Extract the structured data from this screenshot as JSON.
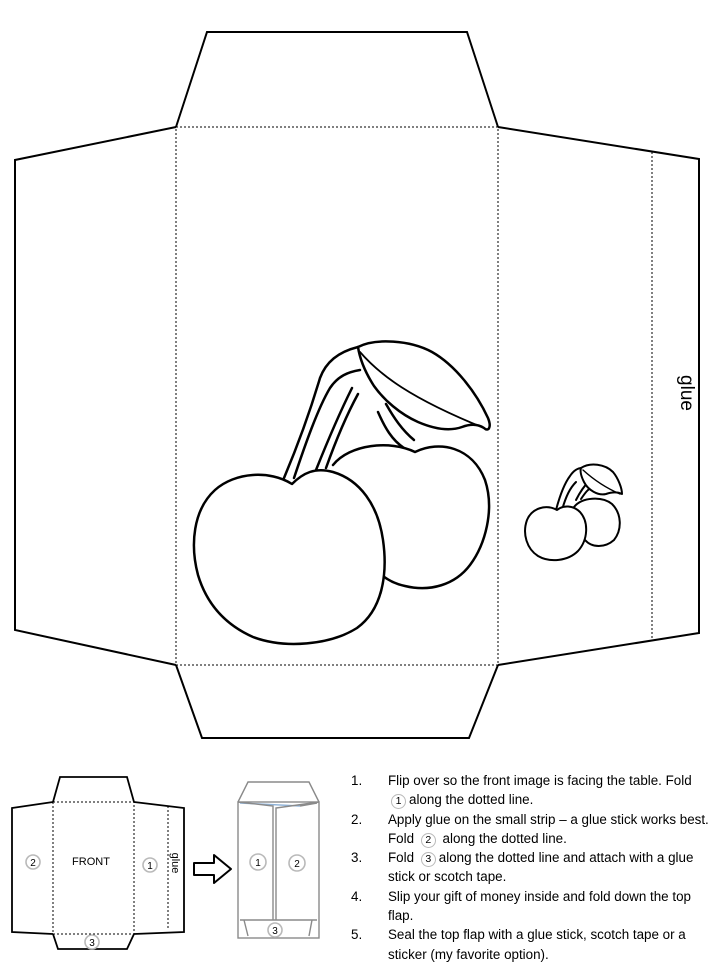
{
  "template": {
    "glue_label": "glue"
  },
  "diagram": {
    "front_label": "FRONT",
    "glue_label": "glue",
    "badges": [
      "1",
      "2",
      "3"
    ]
  },
  "instructions": [
    {
      "num": "1.",
      "before": "Flip over so the front image is facing the table. Fold",
      "badge": "1",
      "after": "along the dotted line."
    },
    {
      "num": "2.",
      "before": "Apply glue on the small strip – a glue stick works best.  Fold",
      "badge": "2",
      "after": " along the dotted line."
    },
    {
      "num": "3.",
      "before": "Fold",
      "badge": "3",
      "after": "along the dotted line and attach with a glue stick or scotch tape."
    },
    {
      "num": "4.",
      "before": "Slip your gift of money inside and fold down the top flap.",
      "badge": "",
      "after": ""
    },
    {
      "num": "5.",
      "before": "Seal the top flap with a glue stick, scotch tape or a sticker (my favorite option).",
      "badge": "",
      "after": ""
    }
  ],
  "colors": {
    "line": "#000000",
    "badge_ring": "#b9b9b9",
    "preview_line": "#8a8a8a",
    "preview_accent": "#8fb3d9"
  }
}
